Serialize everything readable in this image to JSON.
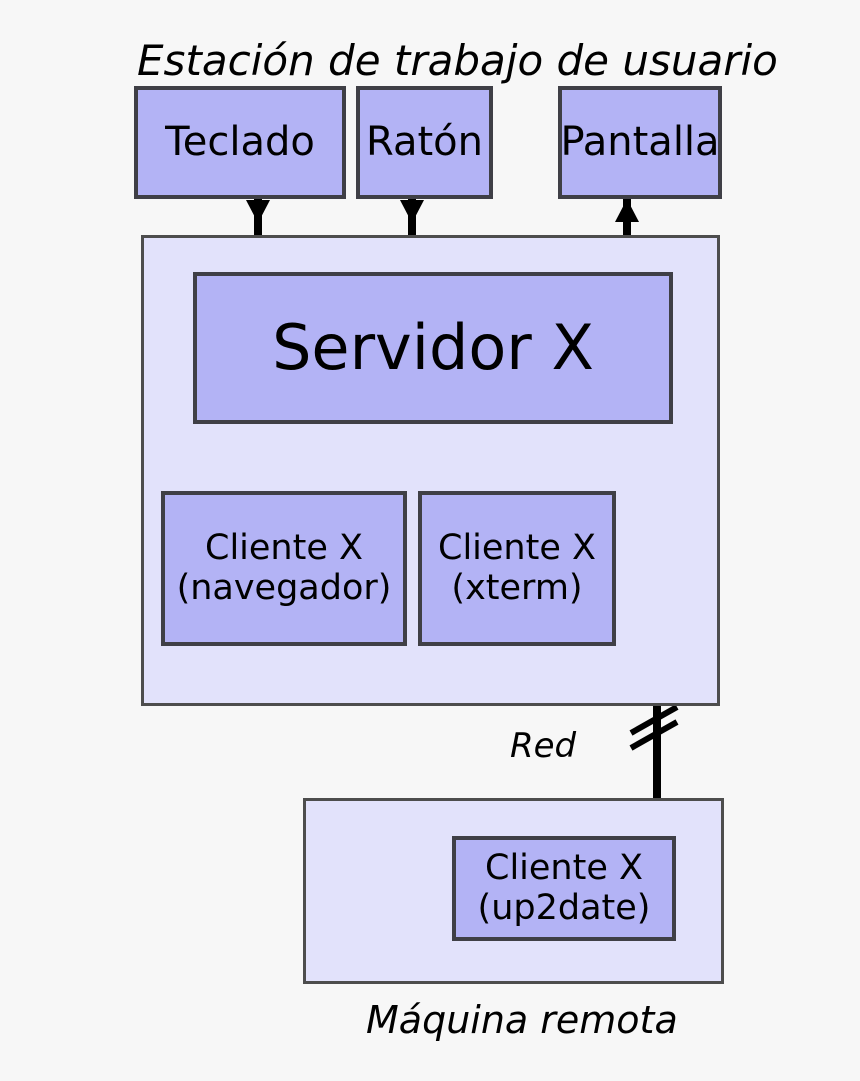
{
  "diagram": {
    "title": "Estación de trabajo de usuario",
    "background_color": "#f7f7f7",
    "node_fill": "#b3b3f5",
    "group_fill": "#e2e2fb",
    "stroke_color": "#3f3f46",
    "captions": {
      "workstation": "Estación de trabajo de usuario",
      "network": "Red",
      "remote": "Máquina remota"
    },
    "nodes": {
      "teclado": "Teclado",
      "raton": "Ratón",
      "pantalla": "Pantalla",
      "servidor": "Servidor X",
      "navegador": "Cliente X\n(navegador)",
      "xterm": "Cliente X\n(xterm)",
      "up2date": "Cliente X\n(up2date)"
    },
    "connections": [
      {
        "from": "teclado",
        "to": "servidor",
        "direction": "down",
        "label": ""
      },
      {
        "from": "raton",
        "to": "servidor",
        "direction": "down",
        "label": ""
      },
      {
        "from": "servidor",
        "to": "pantalla",
        "direction": "up",
        "label": ""
      },
      {
        "from": "servidor",
        "to": "navegador",
        "direction": "bidirectional",
        "label": ""
      },
      {
        "from": "servidor",
        "to": "xterm",
        "direction": "bidirectional",
        "label": ""
      },
      {
        "from": "servidor",
        "to": "up2date",
        "direction": "bidirectional",
        "label": "Red"
      }
    ]
  }
}
